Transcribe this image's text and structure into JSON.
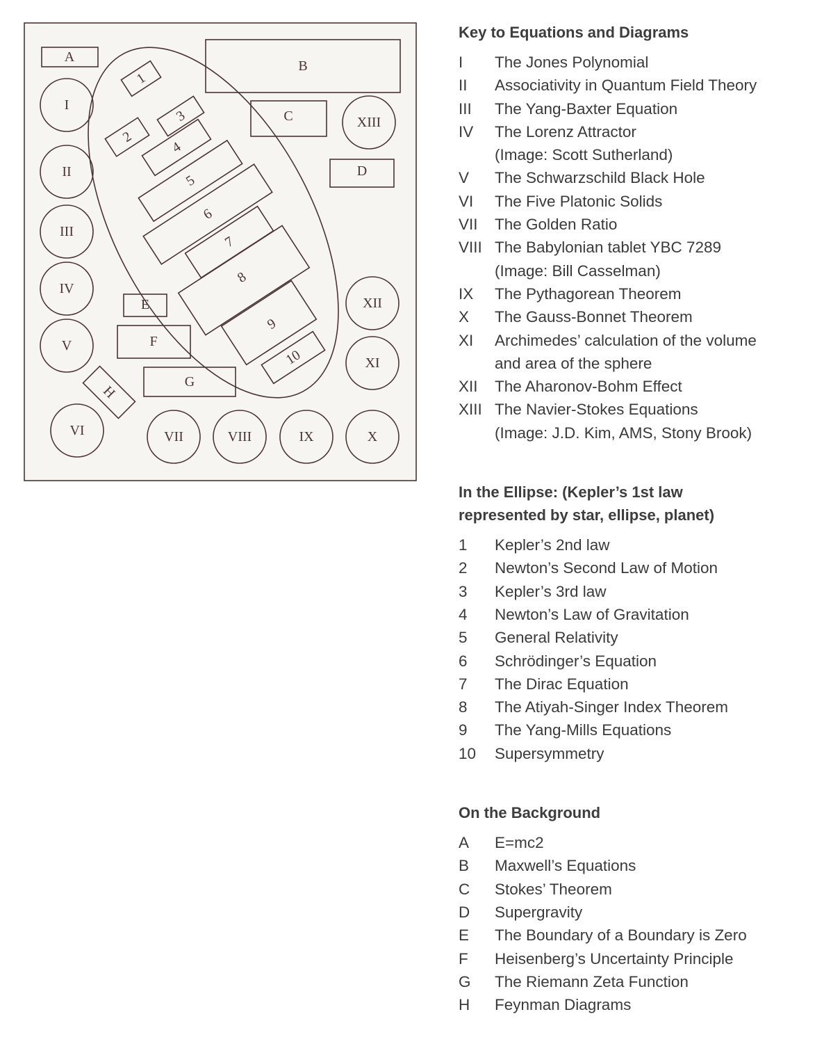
{
  "diagram": {
    "colors": {
      "stroke": "#4a3432",
      "fill": "#f7f5f2",
      "text": "#4a3432"
    },
    "labels": {
      "A": "A",
      "B": "B",
      "C": "C",
      "D": "D",
      "E": "E",
      "F": "F",
      "G": "G",
      "H": "H",
      "I": "I",
      "II": "II",
      "III": "III",
      "IV": "IV",
      "V": "V",
      "VI": "VI",
      "VII": "VII",
      "VIII": "VIII",
      "IX": "IX",
      "X": "X",
      "XI": "XI",
      "XII": "XII",
      "XIII": "XIII",
      "n1": "1",
      "n2": "2",
      "n3": "3",
      "n4": "4",
      "n5": "5",
      "n6": "6",
      "n7": "7",
      "n8": "8",
      "n9": "9",
      "n10": "10"
    }
  },
  "legend": {
    "key": {
      "title": "Key to Equations and Diagrams",
      "items": [
        {
          "num": "I",
          "text": "The Jones Polynomial"
        },
        {
          "num": "II",
          "text": "Associativity in Quantum Field Theory"
        },
        {
          "num": "III",
          "text": "The Yang-Baxter Equation"
        },
        {
          "num": "IV",
          "text": "The Lorenz Attractor"
        },
        {
          "num": "",
          "text": "(Image: Scott Sutherland)"
        },
        {
          "num": "V",
          "text": "The Schwarzschild Black Hole"
        },
        {
          "num": "VI",
          "text": "The Five Platonic Solids"
        },
        {
          "num": "VII",
          "text": "The Golden Ratio"
        },
        {
          "num": "VIII",
          "text": "The Babylonian tablet YBC 7289"
        },
        {
          "num": "",
          "text": "(Image: Bill Casselman)"
        },
        {
          "num": "IX",
          "text": "The Pythagorean Theorem"
        },
        {
          "num": "X",
          "text": "The Gauss-Bonnet Theorem"
        },
        {
          "num": "XI",
          "text": "Archimedes’ calculation of the volume"
        },
        {
          "num": "",
          "text": "and area of the sphere"
        },
        {
          "num": "XII",
          "text": "The Aharonov-Bohm Effect"
        },
        {
          "num": "XIII",
          "text": "The Navier-Stokes Equations"
        },
        {
          "num": "",
          "text": "(Image: J.D. Kim, AMS, Stony Brook)"
        }
      ]
    },
    "ellipse": {
      "title_line1": "In the Ellipse: (Kepler’s 1st law",
      "title_line2": "represented by star, ellipse, planet)",
      "items": [
        {
          "num": "1",
          "text": "Kepler’s 2nd law"
        },
        {
          "num": "2",
          "text": "Newton’s Second Law of Motion"
        },
        {
          "num": "3",
          "text": "Kepler’s 3rd law"
        },
        {
          "num": "4",
          "text": "Newton’s Law of Gravitation"
        },
        {
          "num": "5",
          "text": "General Relativity"
        },
        {
          "num": "6",
          "text": "Schrödinger’s Equation"
        },
        {
          "num": "7",
          "text": "The Dirac Equation"
        },
        {
          "num": "8",
          "text": "The Atiyah-Singer Index Theorem"
        },
        {
          "num": "9",
          "text": "The Yang-Mills Equations"
        },
        {
          "num": "10",
          "text": "Supersymmetry"
        }
      ]
    },
    "background": {
      "title": "On the Background",
      "items": [
        {
          "num": "A",
          "text": "E=mc2"
        },
        {
          "num": "B",
          "text": "Maxwell’s Equations"
        },
        {
          "num": "C",
          "text": "Stokes’ Theorem"
        },
        {
          "num": "D",
          "text": "Supergravity"
        },
        {
          "num": "E",
          "text": "The Boundary of a Boundary is Zero"
        },
        {
          "num": "F",
          "text": "Heisenberg’s Uncertainty Principle"
        },
        {
          "num": "G",
          "text": "The Riemann Zeta Function"
        },
        {
          "num": "H",
          "text": "Feynman Diagrams"
        }
      ]
    }
  }
}
